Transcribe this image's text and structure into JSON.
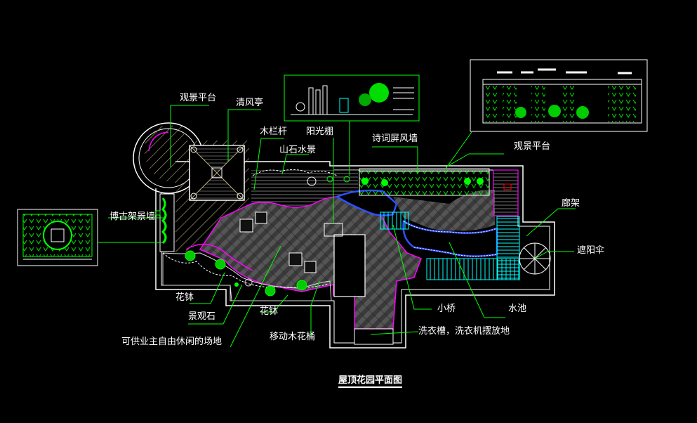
{
  "title": "屋顶花园平面图",
  "labels": {
    "guanjing_left": "观景平台",
    "qingfengting": "清风亭",
    "mulangan": "木栏杆",
    "yangguangpeng": "阳光棚",
    "shanshishuijing": "山石水景",
    "shicipingfengqiang": "诗词屏风墙",
    "guanjing_right": "观景平台",
    "bogujia": "博古架景墙",
    "langjia": "廊架",
    "zheyangsan": "遮阳伞",
    "huabo_left": "花钵",
    "jingguanshi": "景观石",
    "huabo_mid": "花钵",
    "xiuxian": "可供业主自由休闲的场地",
    "yidonghuatong": "移动木花桶",
    "xiaoqiao": "小桥",
    "shuichi": "水池",
    "xiyicao": "洗衣槽，洗衣机摆放地"
  },
  "colors": {
    "background": "#000000",
    "outline": "#ffffff",
    "leader": "#00ff00",
    "plant": "#00ff00",
    "wood": "#c0b080",
    "paving": "#808080",
    "edge": "#ff00ff",
    "water": "#0000ff",
    "deck_cyan": "#00ffff",
    "detail_frame": "#00ff00"
  }
}
